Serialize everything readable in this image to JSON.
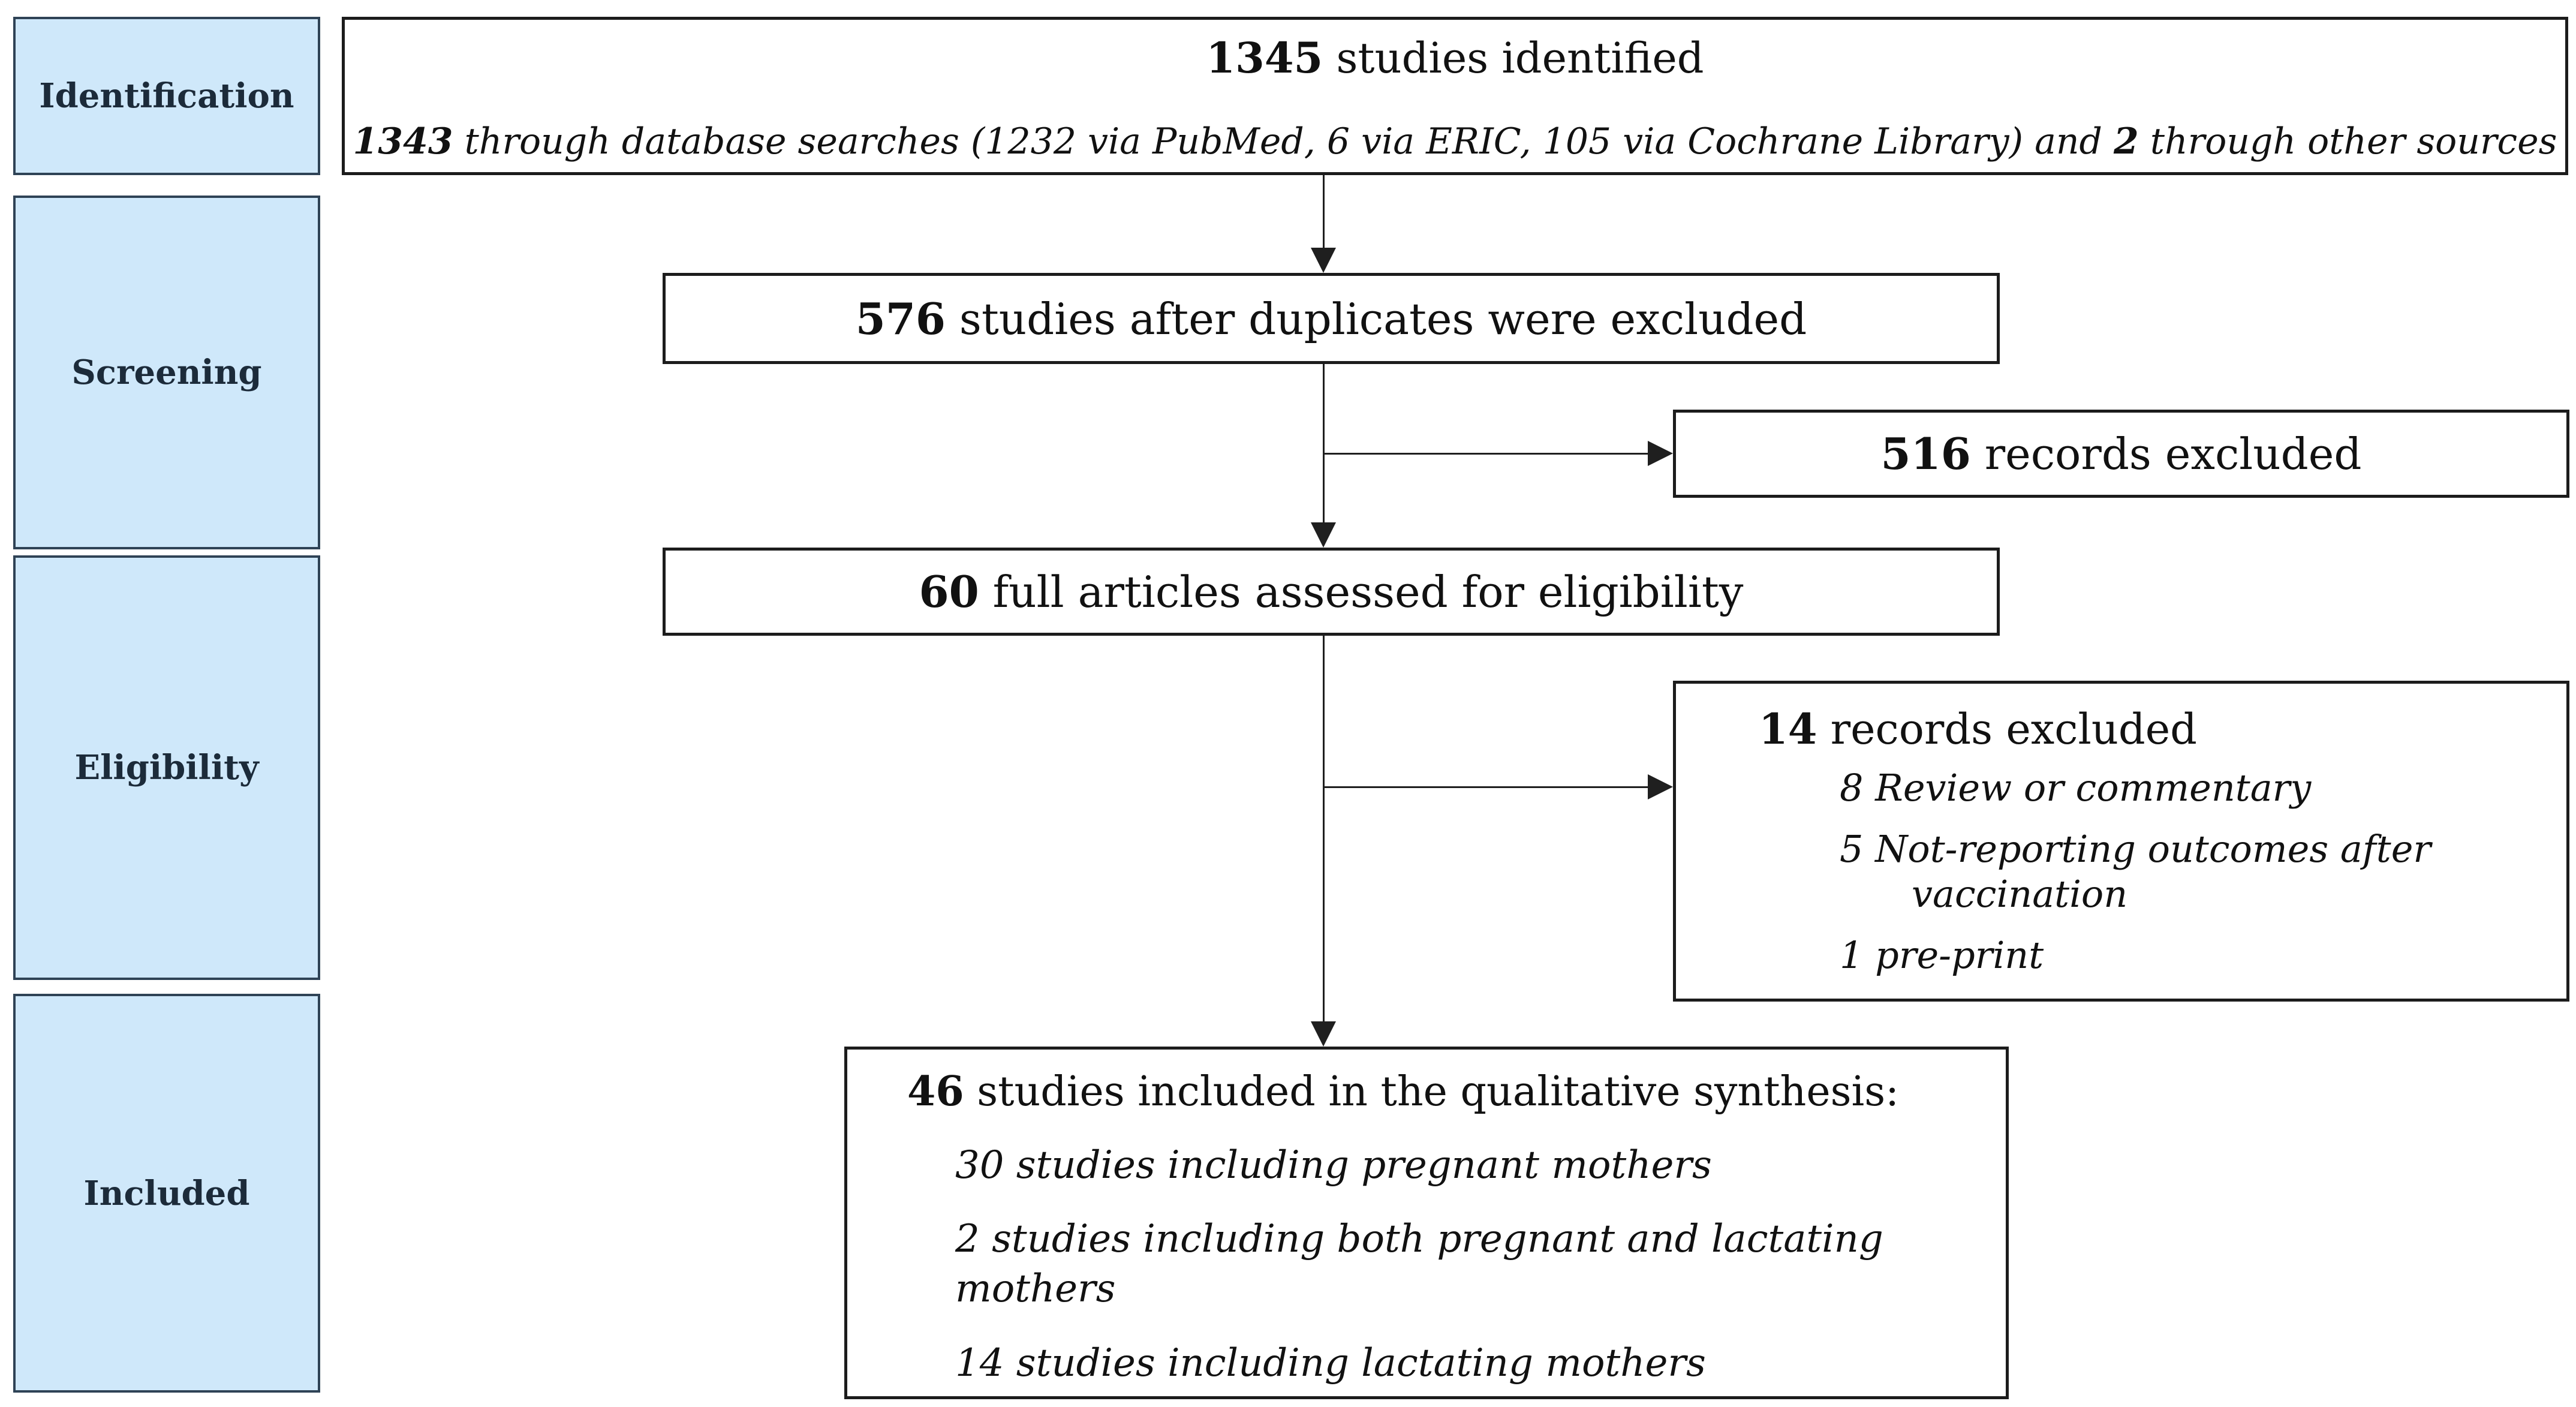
{
  "figure": {
    "kind": "prisma-flow-diagram",
    "colors": {
      "stage_fill": "#cfe8fa",
      "stage_border": "#2f4356",
      "stage_text": "#1c2b3a",
      "flow_border": "#1c1c1c",
      "arrow": "#1f1f1f",
      "background": "#ffffff"
    },
    "stages": [
      {
        "label": "Identification"
      },
      {
        "label": "Screening"
      },
      {
        "label": "Eligibility"
      },
      {
        "label": "Included"
      }
    ],
    "flow": {
      "identified": {
        "count": "1345",
        "label": " studies identified",
        "detail": {
          "b1": "1343",
          "t1": " through database searches (1232 via PubMed, 6 via ERIC, 105 via Cochrane Library) and ",
          "b2": "2",
          "t2": " through other sources"
        }
      },
      "deduplicated": {
        "count": "576",
        "label": " studies after duplicates were excluded"
      },
      "records_excluded": {
        "count": "516",
        "label": " records excluded"
      },
      "full_articles": {
        "count": "60",
        "label": " full articles assessed for eligibility"
      },
      "fulltext_excluded": {
        "count": "14",
        "label": " records excluded",
        "reasons": [
          "8 Review or commentary",
          "5 Not-reporting outcomes after vaccination",
          "1 pre-print"
        ]
      },
      "included": {
        "count": "46",
        "label": " studies included in the qualitative synthesis:",
        "breakdown": [
          "30 studies including pregnant mothers",
          "2 studies including both pregnant and lactating mothers",
          "14 studies including lactating mothers"
        ]
      }
    }
  }
}
